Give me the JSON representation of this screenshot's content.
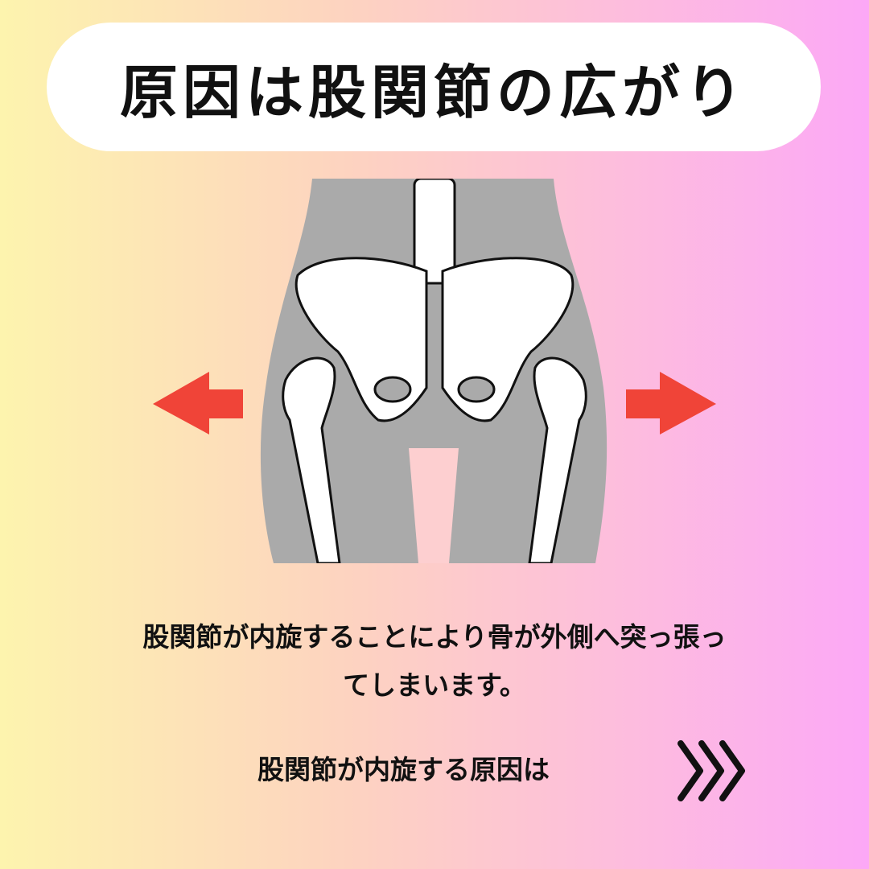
{
  "title": "原因は股関節の広がり",
  "description": {
    "line1": "股関節が内旋することにより骨が外側へ突っ張っ",
    "line2": "てしまいます。"
  },
  "next_label": "股関節が内旋する原因は",
  "icons": {
    "arrows": "arrow-outward-icon",
    "next": "chevron-triple-right-icon"
  },
  "colors": {
    "arrow": "#f04438",
    "body": "#aaaaaa",
    "bone": "#ffffff"
  }
}
